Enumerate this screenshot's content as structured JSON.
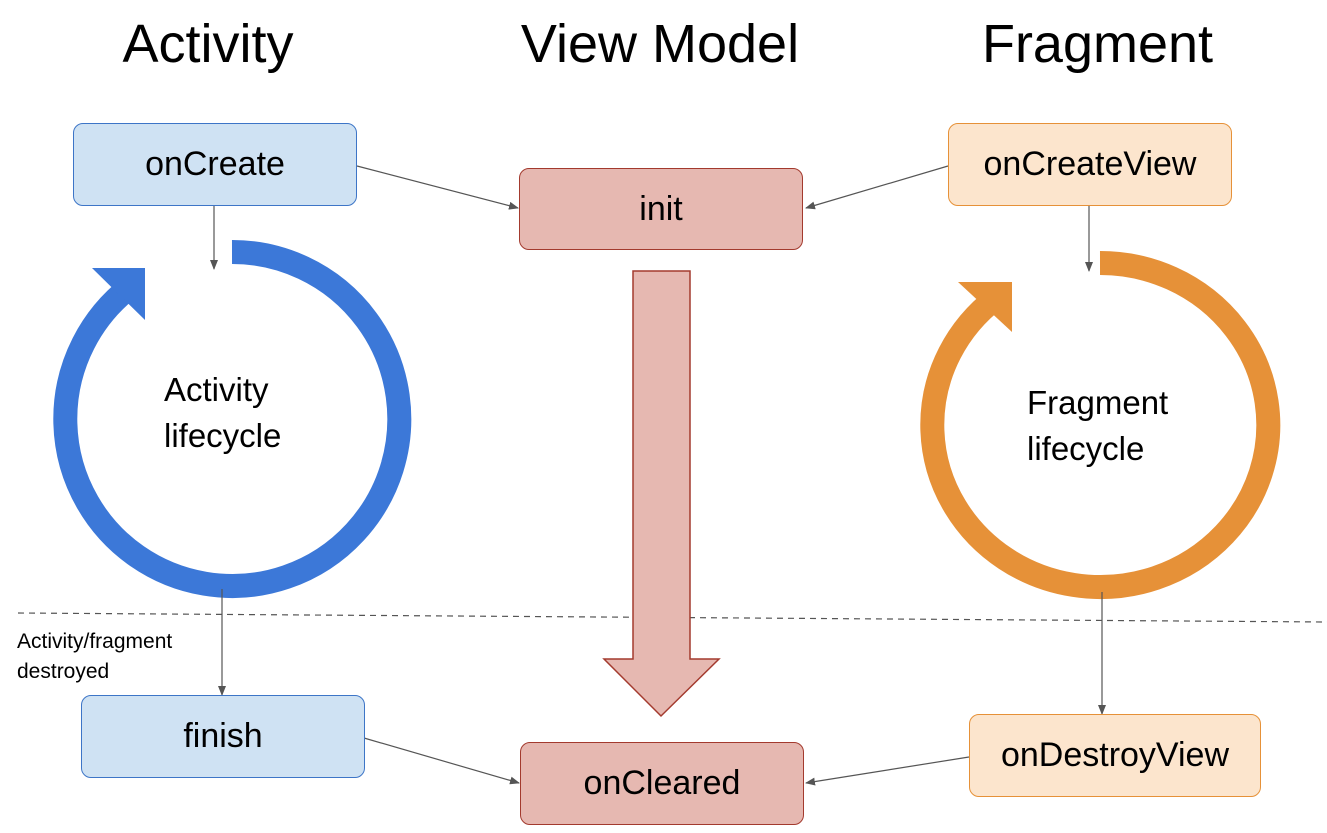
{
  "columns": {
    "activity_title": "Activity",
    "viewmodel_title": "View Model",
    "fragment_title": "Fragment"
  },
  "activity": {
    "create_label": "onCreate",
    "lifecycle_line1": "Activity",
    "lifecycle_line2": "lifecycle",
    "finish_label": "finish"
  },
  "viewmodel": {
    "init_label": "init",
    "cleared_label": "onCleared"
  },
  "fragment": {
    "create_view_label": "onCreateView",
    "lifecycle_line1": "Fragment",
    "lifecycle_line2": "lifecycle",
    "destroy_view_label": "onDestroyView"
  },
  "divider": {
    "note_line1": "Activity/fragment",
    "note_line2": "destroyed"
  },
  "colors": {
    "activity_cycle": "#3c78d8",
    "fragment_cycle": "#e69138",
    "viewmodel_arrow": "#e6b8b1",
    "connector": "#555555"
  }
}
